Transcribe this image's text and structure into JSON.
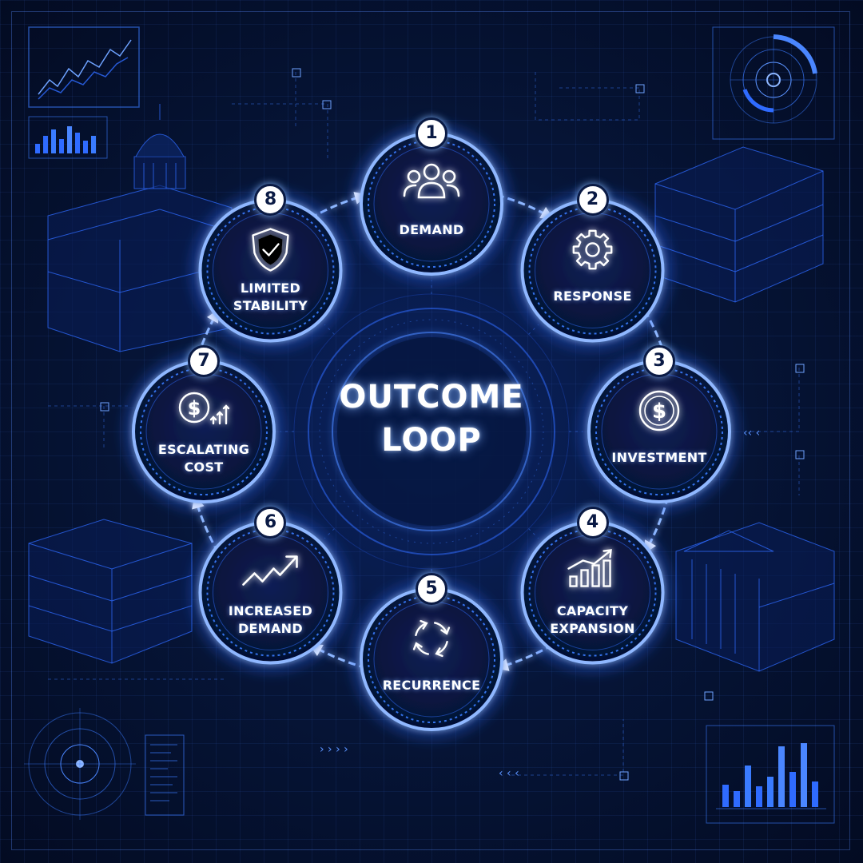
{
  "center": {
    "line1": "OUTCOME",
    "line2": "LOOP"
  },
  "colors": {
    "accent": "#2f6bff",
    "glow": "#7fb0ff",
    "background": "#04102b"
  },
  "nodes": [
    {
      "number": "1",
      "label_lines": [
        "DEMAND"
      ],
      "icon": "users-icon"
    },
    {
      "number": "2",
      "label_lines": [
        "RESPONSE"
      ],
      "icon": "gear-icon"
    },
    {
      "number": "3",
      "label_lines": [
        "INVESTMENT"
      ],
      "icon": "dollar-coin-icon"
    },
    {
      "number": "4",
      "label_lines": [
        "CAPACITY",
        "EXPANSION"
      ],
      "icon": "bar-growth-icon"
    },
    {
      "number": "5",
      "label_lines": [
        "RECURRENCE"
      ],
      "icon": "cycle-arrows-icon"
    },
    {
      "number": "6",
      "label_lines": [
        "INCREASED",
        "DEMAND"
      ],
      "icon": "trend-up-icon"
    },
    {
      "number": "7",
      "label_lines": [
        "ESCALATING",
        "COST"
      ],
      "icon": "cost-rise-icon"
    },
    {
      "number": "8",
      "label_lines": [
        "LIMITED",
        "STABILITY"
      ],
      "icon": "shield-check-icon"
    }
  ]
}
